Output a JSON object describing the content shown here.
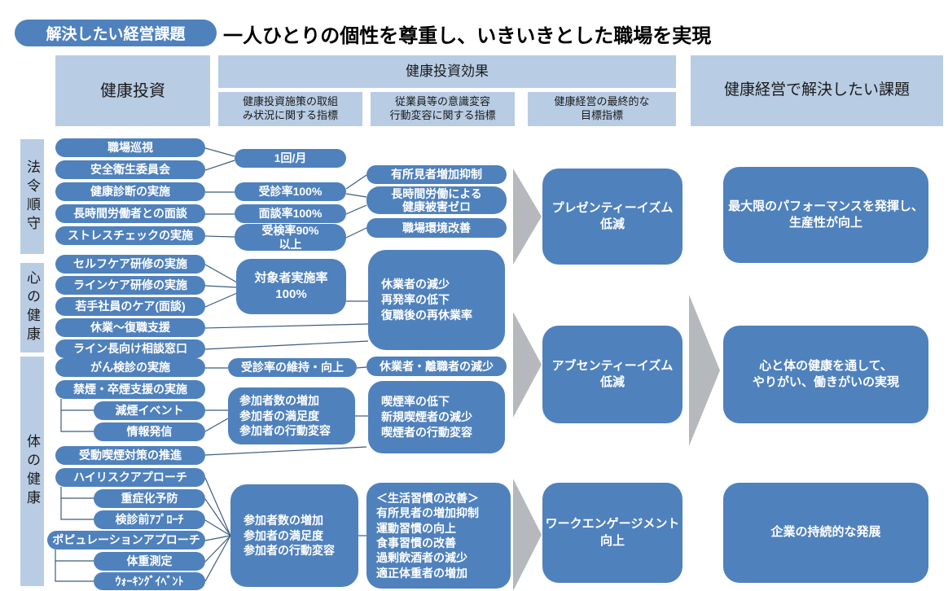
{
  "title": {
    "badge": "解決したい経営課題",
    "heading": "一人ひとりの個性を尊重し、いきいきとした職場を実現"
  },
  "colors": {
    "node_blue": "#4f81bd",
    "header_blue": "#b8cce4",
    "arrow_gray": "#b5b8bc",
    "line": "#3d5c7d"
  },
  "headers": {
    "investment": "健康投資",
    "effect": "健康投資効果",
    "effect_sub1": "健康投資施策の取組\nみ状況に関する指標",
    "effect_sub2": "従業員等の意識変容\n行動変容に関する指標",
    "effect_sub3": "健康経営の最終的な\n目標指標",
    "issues": "健康経営で解決したい課題"
  },
  "row_labels": {
    "law": "法令順守",
    "mind": "心の健康",
    "body": "体の健康"
  },
  "law": {
    "pills": [
      "職場巡視",
      "安全衛生委員会",
      "健康診断の実施",
      "長時間労働者との面談",
      "ストレスチェックの実施"
    ],
    "metrics": [
      "1回/月",
      "受診率100%",
      "面談率100%",
      "受検率90%\n以上"
    ],
    "outcomes": [
      "有所見者増加抑制",
      "長時間労働による\n健康被害ゼロ",
      "職場環境改善"
    ],
    "goal": "プレゼンティーイズム\n低減",
    "issue": "最大限のパフォーマンスを発揮し、\n生産性が向上"
  },
  "mind": {
    "pills": [
      "セルフケア研修の実施",
      "ラインケア研修の実施",
      "若手社員のケア(面談)",
      "休業～復職支援",
      "ライン長向け相談窓口"
    ],
    "metric": "対象者実施率\n100%",
    "outcome": "休業者の減少\n再発率の低下\n復職後の再休業率",
    "goal": "アブセンティーイズム\n低減",
    "issue": "心と体の健康を通して、\nやりがい、働きがいの実現"
  },
  "body": {
    "cancer_pill": "がん検診の実施",
    "cancer_metric": "受診率の維持・向上",
    "cancer_outcome": "休業者・離職者の減少",
    "smoking_pill": "禁煙・卒煙支援の実施",
    "smoking_subs": [
      "減煙イベント",
      "情報発信"
    ],
    "smoking_metric": "参加者数の増加\n参加者の満足度\n参加者の行動変容",
    "smoking_outcome": "喫煙率の低下\n新規喫煙者の減少\n喫煙者の行動変容",
    "passive_pill": "受動喫煙対策の推進",
    "highrisk_pill": "ハイリスクアプローチ",
    "highrisk_subs": [
      "重症化予防",
      "検診前ｱﾌﾟﾛｰﾁ"
    ],
    "population_pill": "ポピュレーションアプローチ",
    "population_subs": [
      "体重測定",
      "ｳｫｰｷﾝｸﾞｲﾍﾞﾝﾄ"
    ],
    "lifestyle_metric": "参加者数の増加\n参加者の満足度\n参加者の行動変容",
    "lifestyle_outcome": "＜生活習慣の改善＞\n有所見者の増加抑制\n運動習慣の向上\n食事習慣の改善\n過剰飲酒者の減少\n適正体重者の増加",
    "goal": "ワークエンゲージメント\n向上",
    "issue": "企業の持続的な発展"
  }
}
